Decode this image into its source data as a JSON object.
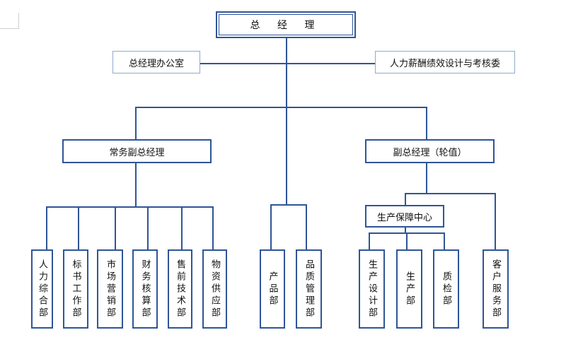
{
  "org": {
    "general_manager": "总 经 理",
    "gm_office": "总经理办公室",
    "hr_committee": "人力薪酬绩效设计与考核委",
    "executive_vp": "常务副总经理",
    "vp_rotating": "副总经理（轮值）",
    "production_center": "生产保障中心",
    "departments": [
      "人力综合部",
      "标书工作部",
      "市场营销部",
      "财务核算部",
      "售前技术部",
      "物资供应部",
      "产品部",
      "品质管理部",
      "生产设计部",
      "生产部",
      "质检部",
      "客户服务部"
    ]
  },
  "colors": {
    "line": "#2f5597",
    "thin_border": "#8fa9cf"
  }
}
